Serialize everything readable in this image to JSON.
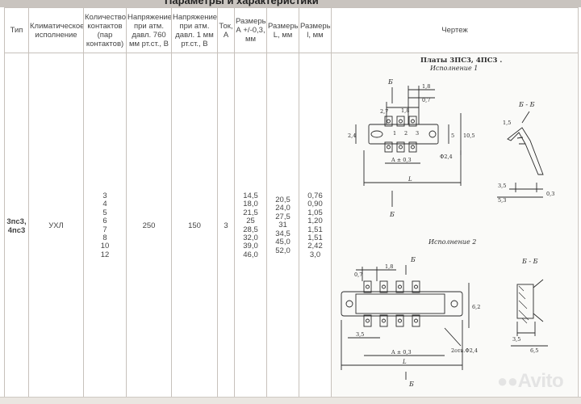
{
  "page": {
    "section_title": "Параметры и характеристики"
  },
  "table": {
    "headers": {
      "type": "Тип",
      "climate": "Климатическое исполнение",
      "contacts": "Количество контактов (пар контактов)",
      "voltage_atm": "Напряжение при атм. давл. 760 мм рт.ст., В",
      "voltage_1mm": "Напряжение при атм. давл. 1 мм рт.ст., В",
      "current": "Ток, А",
      "size_a": "Размеры А +/-0,3, мм",
      "size_L": "Размеры L, мм",
      "size_l": "Размеры l, мм",
      "drawing": "Чертеж"
    },
    "row": {
      "type": "3пс3, 4пс3",
      "climate": "УХЛ",
      "contacts": "3\n4\n5\n6\n7\n8\n10\n12",
      "voltage_atm": "250",
      "voltage_1mm": "150",
      "current": "3",
      "size_a": "14,5\n18,0\n21,5\n25\n28,5\n32,0\n39,0\n46,0",
      "size_L": "20,5\n24,0\n27,5\n31\n34,5\n45,0\n52,0",
      "size_l": "0,76\n0,90\n1,05\n1,20\n1,51\n1,51\n2,42\n3,0"
    }
  },
  "drawing": {
    "title": "Платы 3ПС3, 4ПС3 .",
    "variant1": "Исполнение 1",
    "variant2": "Исполнение 2",
    "section_bb": "Б - Б",
    "section_bb2": "Б - Б",
    "letter_b": "Б",
    "dims": {
      "d27": "2,7",
      "d18": "1,8",
      "d07": "0,7",
      "d18b": "1,8",
      "d5": "5",
      "d105": "10,5",
      "d24": "2,4",
      "dA": "A ± 0,3",
      "dL": "L",
      "dphi": "Φ2,4",
      "d15": "1,5",
      "d35": "3,5",
      "d53": "5,3",
      "d03": "0,3",
      "v2_d07": "0,7",
      "v2_d18": "1,8",
      "v2_d35": "3,5",
      "v2_dA": "A ± 0,3",
      "v2_dL": "L",
      "v2_d62": "6,2",
      "v2_hole": "2отв.Φ2,4",
      "v2_d35b": "3,5",
      "v2_d65": "6,5",
      "pin1": "1",
      "pin2": "2",
      "pin3": "3"
    }
  },
  "watermark": {
    "text": "Avito"
  }
}
